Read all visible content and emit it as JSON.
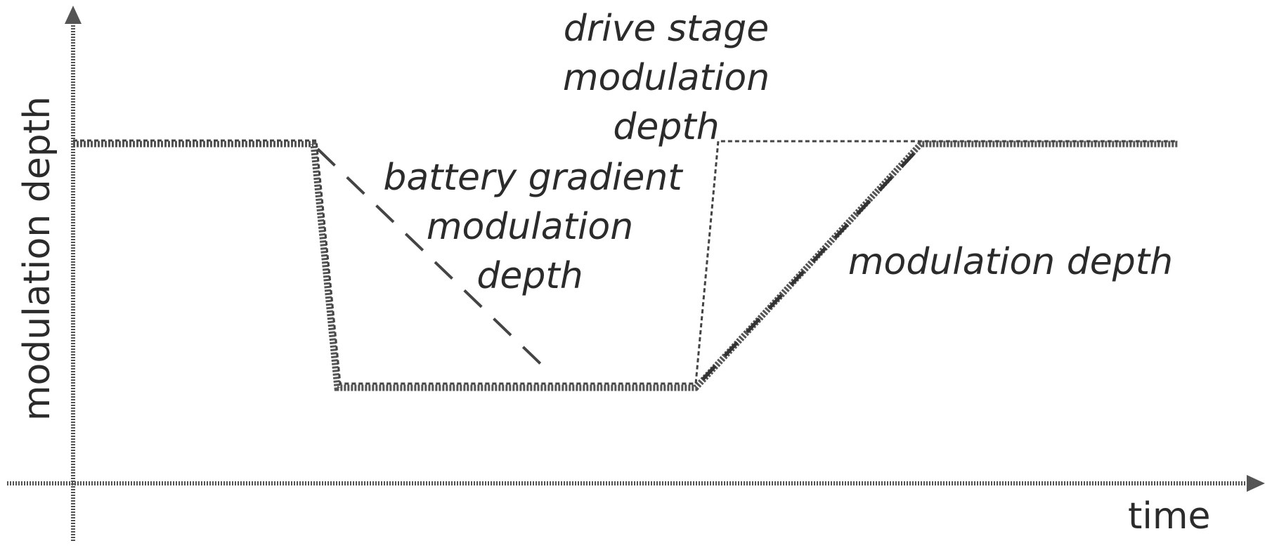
{
  "axes": {
    "y_label": "modulation depth",
    "x_label": "time"
  },
  "labels": {
    "drive_stage": [
      "drive stage",
      "modulation",
      "depth"
    ],
    "battery_gradient": [
      "battery gradient",
      "modulation",
      "depth"
    ],
    "modulation_depth": "modulation depth"
  },
  "colors": {
    "line": "#444444",
    "text": "#2b2b2b"
  }
}
